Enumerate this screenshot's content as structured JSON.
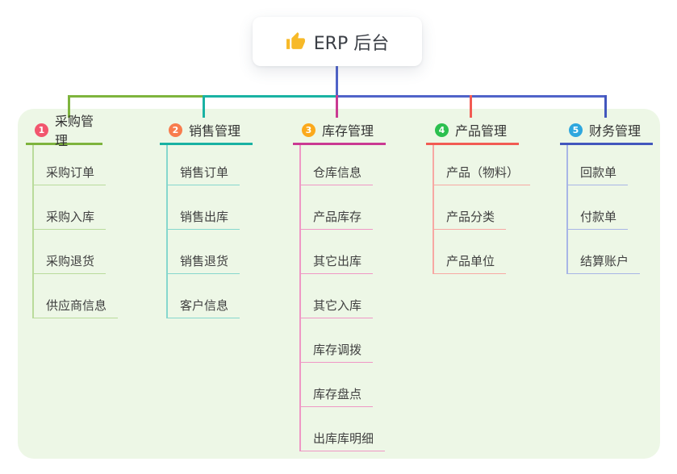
{
  "root": {
    "title": "ERP 后台",
    "icon": "thumbs-up"
  },
  "branches": [
    {
      "num": "1",
      "label": "采购管理",
      "badge_color": "#f2566e",
      "line_color": "#7eb43d",
      "child_line_color": "#b9db9b",
      "children": [
        "采购订单",
        "采购入库",
        "采购退货",
        "供应商信息"
      ]
    },
    {
      "num": "2",
      "label": "销售管理",
      "badge_color": "#f87c4d",
      "line_color": "#19b2a3",
      "child_line_color": "#86d7cd",
      "children": [
        "销售订单",
        "销售出库",
        "销售退货",
        "客户信息"
      ]
    },
    {
      "num": "3",
      "label": "库存管理",
      "badge_color": "#fba91c",
      "line_color": "#ca3a92",
      "child_line_color": "#ef97c5",
      "children": [
        "仓库信息",
        "产品库存",
        "其它出库",
        "其它入库",
        "库存调拨",
        "库存盘点",
        "出库库明细"
      ]
    },
    {
      "num": "4",
      "label": "产品管理",
      "badge_color": "#2cc04f",
      "line_color": "#f25b53",
      "child_line_color": "#f7a8a3",
      "children": [
        "产品（物料）",
        "产品分类",
        "产品单位"
      ]
    },
    {
      "num": "5",
      "label": "财务管理",
      "badge_color": "#2ea7de",
      "line_color": "#4257bd",
      "child_line_color": "#a8b6e6",
      "children": [
        "回款单",
        "付款单",
        "结算账户"
      ]
    }
  ],
  "colors": {
    "canvas_bg": "#ffffff",
    "panel_bg": "#edf7e6",
    "root_line": "#5063c9",
    "root_text": "#3b3f46",
    "thumb_icon": "#f7b928"
  }
}
